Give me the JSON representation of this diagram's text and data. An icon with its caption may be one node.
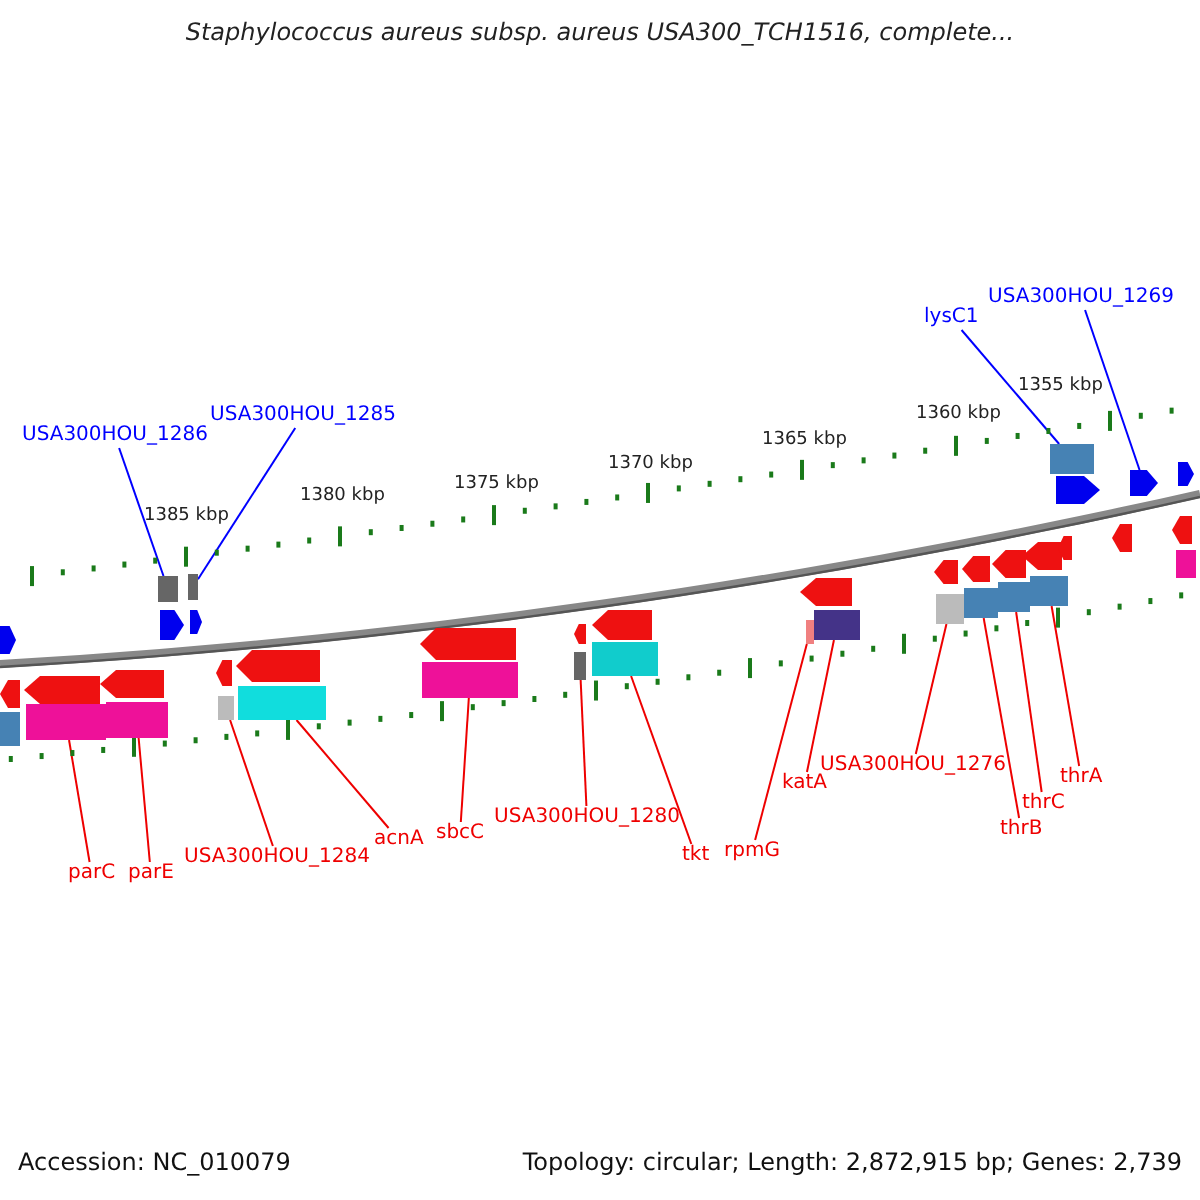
{
  "diagram": {
    "title": "Staphylococcus aureus subsp. aureus USA300_TCH1516, complete...",
    "nodes": [
      {
        "text": [
          "USA300HOU_1286"
        ]
      },
      {
        "text": [
          "USA300HOU_1285"
        ]
      },
      {
        "text": [
          "lysC1"
        ]
      },
      {
        "text": [
          "USA300HOU_1269"
        ]
      },
      {
        "text": [
          "parC"
        ]
      },
      {
        "text": [
          "parE"
        ]
      },
      {
        "text": [
          "USA300HOU_1284"
        ]
      },
      {
        "text": [
          "acnA"
        ]
      },
      {
        "text": [
          "sbcC"
        ]
      },
      {
        "text": [
          "USA300HOU_1280"
        ]
      },
      {
        "text": [
          "tkt"
        ]
      },
      {
        "text": [
          "rpmG"
        ]
      },
      {
        "text": [
          "katA"
        ]
      },
      {
        "text": [
          "USA300HOU_1276"
        ]
      },
      {
        "text": [
          "thrB"
        ]
      },
      {
        "text": [
          "thrC"
        ]
      },
      {
        "text": [
          "thrA"
        ]
      },
      {
        "text": [],
        "shape": "box"
      },
      {
        "text": [],
        "shape": "box"
      },
      {
        "text": [],
        "shape": "box"
      },
      {
        "text": [],
        "shape": "box"
      },
      {
        "text": [],
        "shape": "box"
      },
      {
        "text": [],
        "shape": "box"
      },
      {
        "text": [],
        "shape": "box"
      },
      {
        "text": [],
        "shape": "box"
      },
      {
        "text": [],
        "shape": "box"
      },
      {
        "text": [],
        "shape": "box"
      },
      {
        "text": [],
        "shape": "box"
      },
      {
        "text": [],
        "shape": "box"
      },
      {
        "text": [],
        "shape": "box"
      },
      {
        "text": [],
        "shape": "box"
      },
      {
        "text": [],
        "shape": "box"
      },
      {
        "text": [],
        "shape": "box"
      },
      {
        "text": [],
        "shape": "arrow"
      }
    ],
    "edges": [
      {
        "from": 0,
        "to": 19,
        "arrow": "none",
        "color": "#0000ff"
      },
      {
        "from": 1,
        "to": 20,
        "arrow": "none",
        "color": "#0000ff"
      },
      {
        "from": 2,
        "to": 32,
        "arrow": "none",
        "color": "#0000ff"
      },
      {
        "from": 3,
        "to": 33,
        "arrow": "none",
        "color": "#0000ff"
      },
      {
        "from": 4,
        "to": 17,
        "arrow": "none"
      },
      {
        "from": 5,
        "to": 18,
        "arrow": "none"
      },
      {
        "from": 6,
        "to": 21,
        "arrow": "none"
      },
      {
        "from": 7,
        "to": 22,
        "arrow": "none"
      },
      {
        "from": 8,
        "to": 23,
        "arrow": "none"
      },
      {
        "from": 9,
        "to": 24,
        "arrow": "none"
      },
      {
        "from": 10,
        "to": 25,
        "arrow": "none"
      },
      {
        "from": 11,
        "to": 26,
        "arrow": "none"
      },
      {
        "from": 12,
        "to": 27,
        "arrow": "none"
      },
      {
        "from": 13,
        "to": 28,
        "arrow": "none"
      },
      {
        "from": 14,
        "to": 29,
        "arrow": "none"
      },
      {
        "from": 15,
        "to": 30,
        "arrow": "none"
      },
      {
        "from": 16,
        "to": 31,
        "arrow": "none"
      }
    ],
    "labels": [
      "1385 kbp",
      "1380 kbp",
      "1375 kbp",
      "1370 kbp",
      "1365 kbp",
      "1360 kbp",
      "1355 kbp",
      "Accession: NC_010079",
      "Topology: circular; Length: 2,872,915 bp; Genes: 2,739"
    ]
  }
}
